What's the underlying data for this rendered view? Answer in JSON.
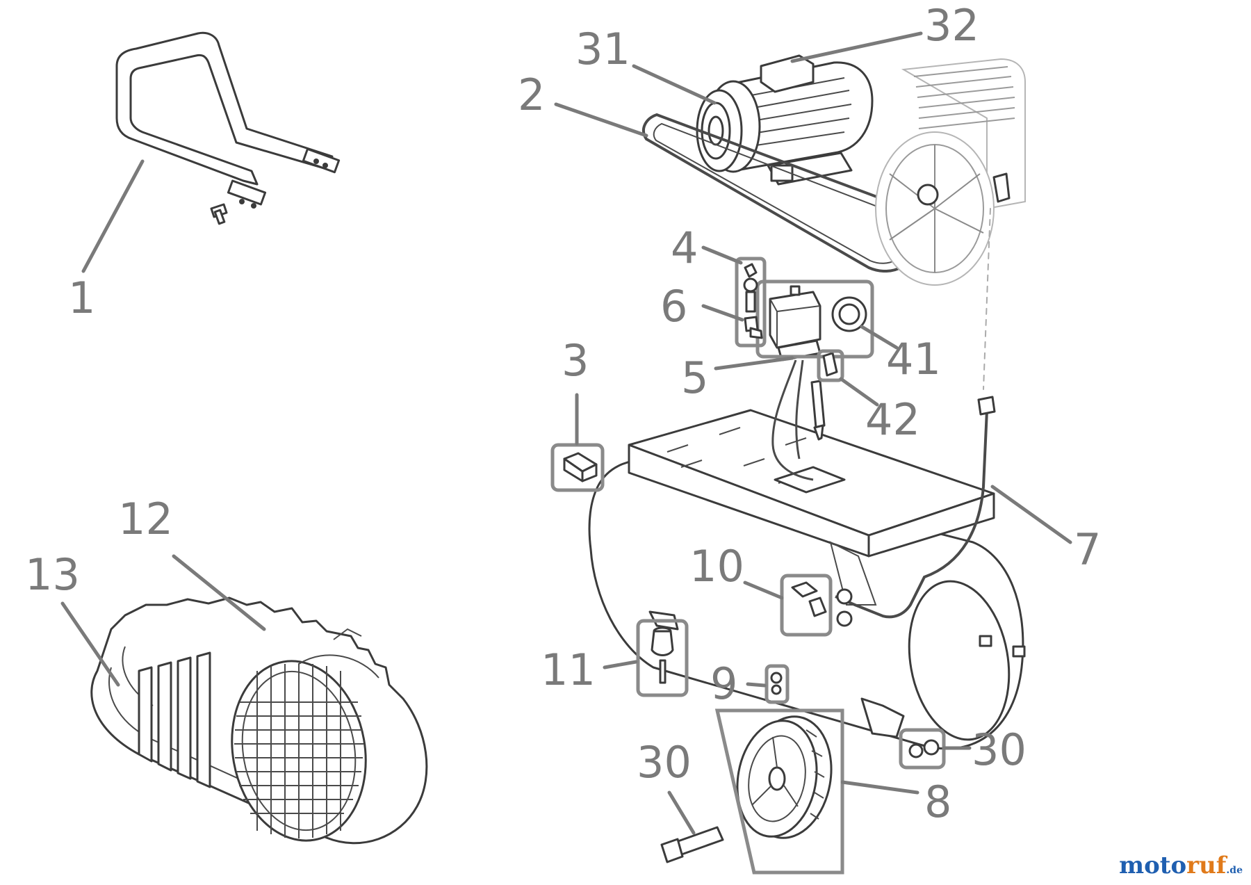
{
  "callouts": {
    "c1": "1",
    "c2": "2",
    "c3": "3",
    "c4": "4",
    "c5": "5",
    "c6": "6",
    "c7": "7",
    "c8": "8",
    "c9": "9",
    "c10": "10",
    "c11": "11",
    "c12": "12",
    "c13": "13",
    "c30a": "30",
    "c30b": "30",
    "c31": "31",
    "c32": "32",
    "c41": "41",
    "c42": "42"
  },
  "watermark": {
    "part1": "moto",
    "part2": "ruf",
    "part3": ".de"
  },
  "colors": {
    "callout": "#7a7a7a",
    "line_art": "#3b3b3b",
    "watermark_blue": "#1f5fb0",
    "watermark_orange": "#e07a1a"
  }
}
